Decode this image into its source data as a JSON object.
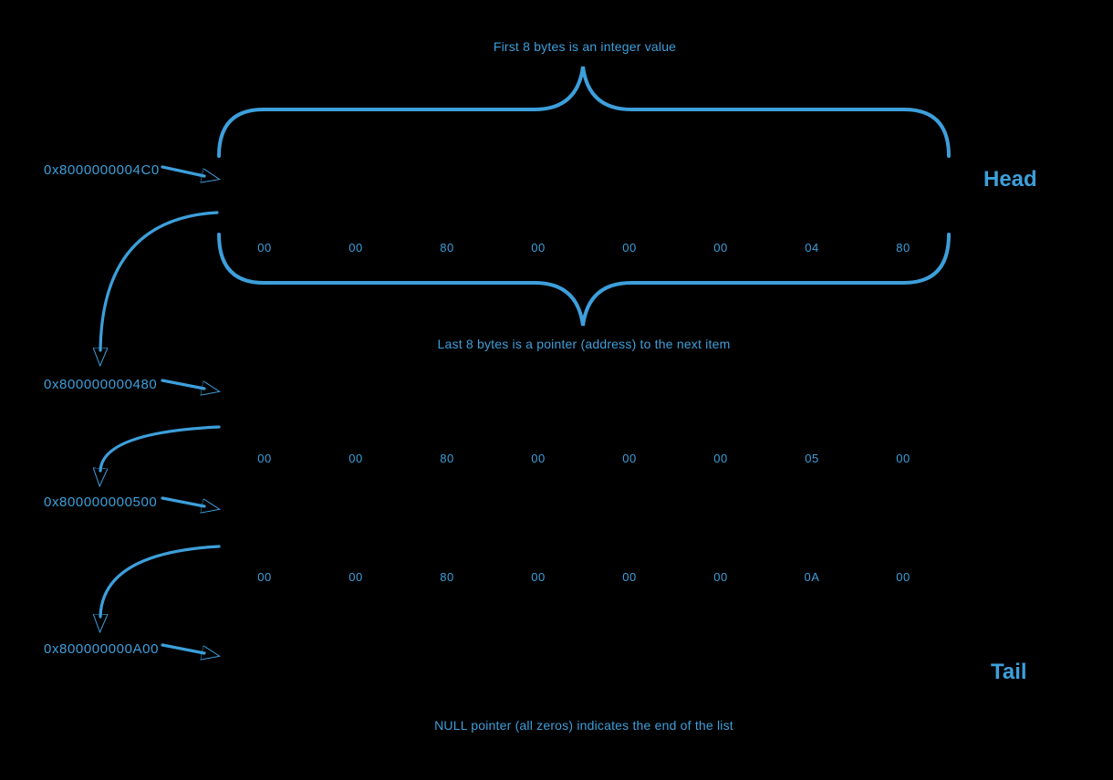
{
  "colors": {
    "background": "#000000",
    "accent": "#3d9fdb"
  },
  "annotations": {
    "first_8_bytes": "First 8 bytes is an integer value",
    "last_8_bytes": "Last 8 bytes is a pointer (address) to the next item",
    "null_pointer": "NULL pointer (all zeros) indicates the end of the list",
    "head": "Head",
    "tail": "Tail"
  },
  "nodes": [
    {
      "address": "0x8000000004C0",
      "bytes": [
        "00",
        "00",
        "80",
        "00",
        "00",
        "00",
        "04",
        "80"
      ]
    },
    {
      "address": "0x800000000480",
      "bytes": [
        "00",
        "00",
        "80",
        "00",
        "00",
        "00",
        "05",
        "00"
      ]
    },
    {
      "address": "0x800000000500",
      "bytes": [
        "00",
        "00",
        "80",
        "00",
        "00",
        "00",
        "0A",
        "00"
      ]
    },
    {
      "address": "0x800000000A00",
      "bytes": []
    }
  ]
}
